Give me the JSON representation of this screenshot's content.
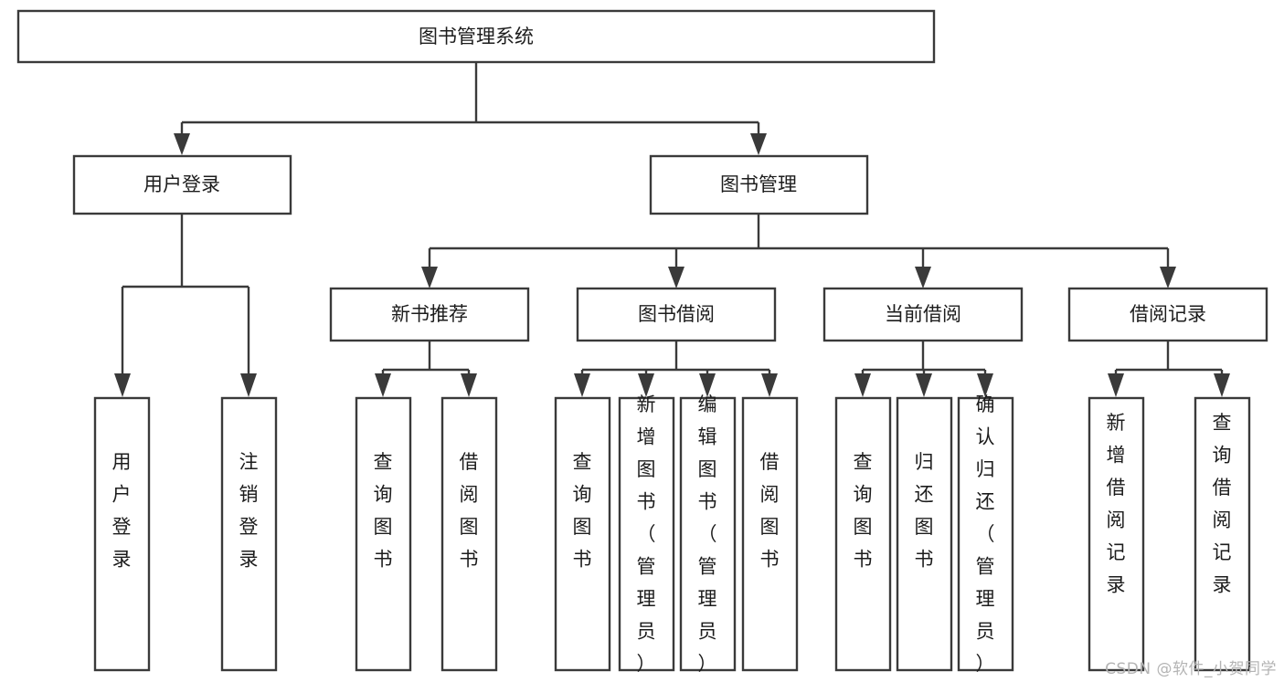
{
  "diagram": {
    "type": "tree",
    "title": "图书管理系统",
    "orientation": "top-down",
    "colors": {
      "box_stroke": "#3a3a3a",
      "box_fill": "#ffffff",
      "connector": "#3a3a3a",
      "text": "#1c1c1c",
      "background": "#ffffff",
      "watermark": "#b4b4b4"
    },
    "root": {
      "label": "图书管理系统"
    },
    "level2": [
      {
        "label": "用户登录"
      },
      {
        "label": "图书管理"
      }
    ],
    "level3": [
      {
        "label": "新书推荐"
      },
      {
        "label": "图书借阅"
      },
      {
        "label": "当前借阅"
      },
      {
        "label": "借阅记录"
      }
    ],
    "leaves": {
      "user_login": [
        {
          "label": "用户登录"
        },
        {
          "label": "注销登录"
        }
      ],
      "new_book_recommend": [
        {
          "label": "查询图书"
        },
        {
          "label": "借阅图书"
        }
      ],
      "book_borrow": [
        {
          "label": "查询图书"
        },
        {
          "label": "新增图书（管理员）"
        },
        {
          "label": "编辑图书（管理员）"
        },
        {
          "label": "借阅图书"
        }
      ],
      "current_borrow": [
        {
          "label": "查询图书"
        },
        {
          "label": "归还图书"
        },
        {
          "label": "确认归还（管理员）"
        }
      ],
      "borrow_record": [
        {
          "label": "新增借阅记录"
        },
        {
          "label": "查询借阅记录"
        }
      ]
    }
  },
  "watermark": {
    "text": "CSDN @软件_小贺同学"
  }
}
